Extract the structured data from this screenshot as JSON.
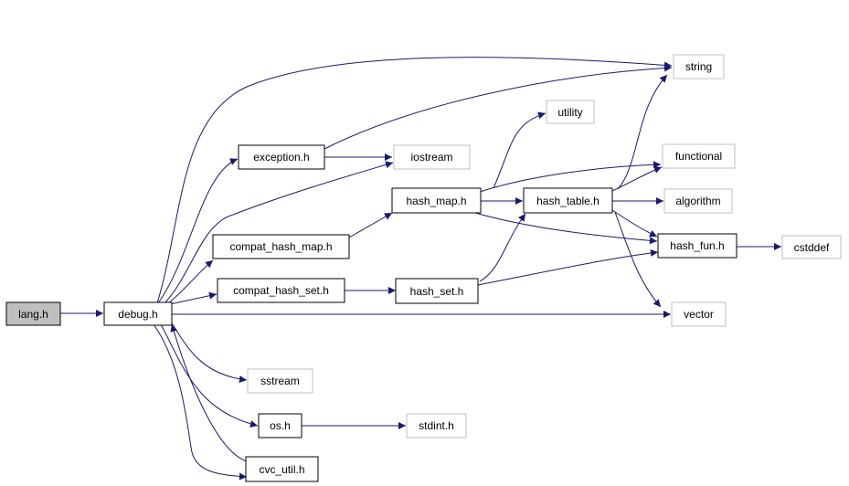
{
  "nodes": {
    "lang_h": "lang.h",
    "debug_h": "debug.h",
    "exception_h": "exception.h",
    "compat_hash_map_h": "compat_hash_map.h",
    "compat_hash_set_h": "compat_hash_set.h",
    "hash_map_h": "hash_map.h",
    "hash_set_h": "hash_set.h",
    "hash_table_h": "hash_table.h",
    "hash_fun_h": "hash_fun.h",
    "os_h": "os.h",
    "cvc_util_h": "cvc_util.h",
    "string": "string",
    "iostream": "iostream",
    "utility": "utility",
    "functional": "functional",
    "algorithm": "algorithm",
    "cstddef": "cstddef",
    "vector": "vector",
    "sstream": "sstream",
    "stdint_h": "stdint.h"
  },
  "colors": {
    "edge": "#191970",
    "documented_border": "#000000",
    "external_border": "#bfbfbf",
    "root_fill": "#bfbfbf",
    "fill": "#ffffff"
  }
}
